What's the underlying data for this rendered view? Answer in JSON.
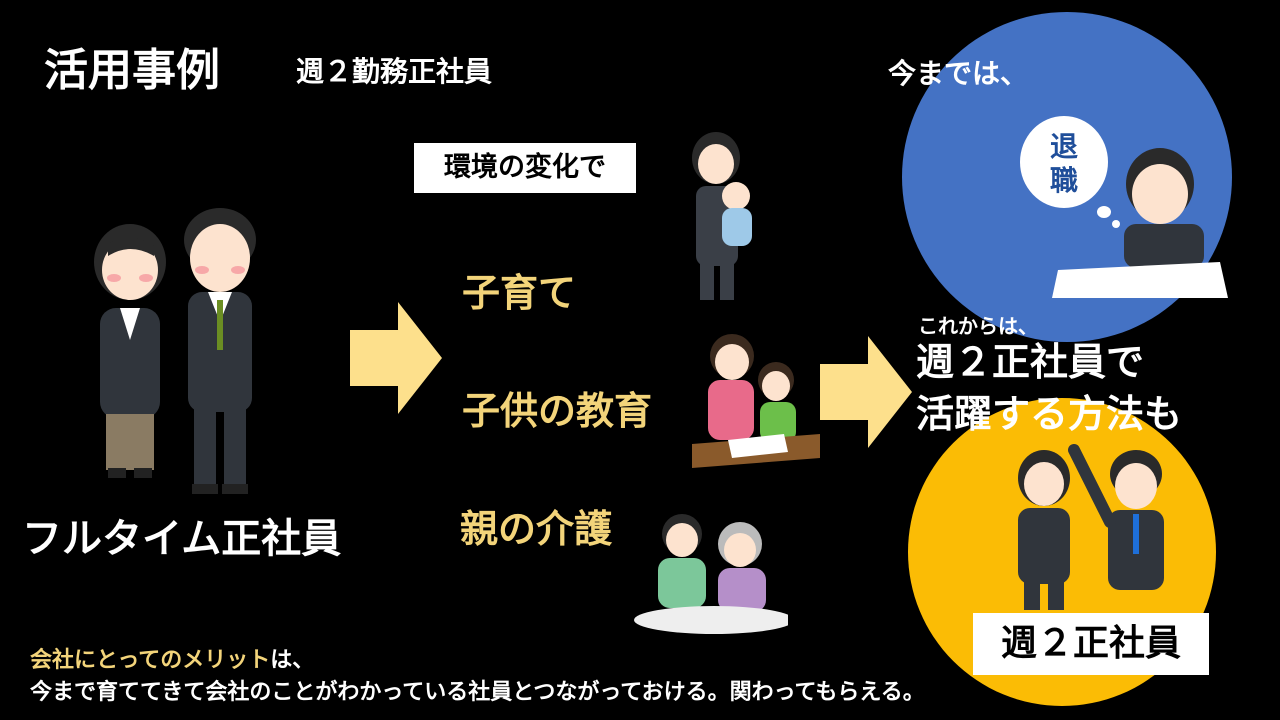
{
  "title": "活用事例",
  "subtitle": "週２勤務正社員",
  "fulltime_label": "フルタイム正社員",
  "change_label": "環境の変化で",
  "reasons": [
    "子育て",
    "子供の教育",
    "親の介護"
  ],
  "past": {
    "label": "今までは、",
    "bubble_line1": "退",
    "bubble_line2": "職"
  },
  "future": {
    "intro": "これからは、",
    "line1": "週２正社員で",
    "line2": "活躍する方法も",
    "box": "週２正社員"
  },
  "merit": {
    "label": "会社にとってのメリット",
    "label_suffix": "は、",
    "text": "今まで育ててきて会社のことがわかっている社員とつながっておける。関わってもらえる。"
  },
  "colors": {
    "accent_yellow": "#f3d47a",
    "arrow": "#fde08c",
    "past_circle": "#4472c4",
    "future_circle": "#fbbc05",
    "background": "#000000"
  }
}
